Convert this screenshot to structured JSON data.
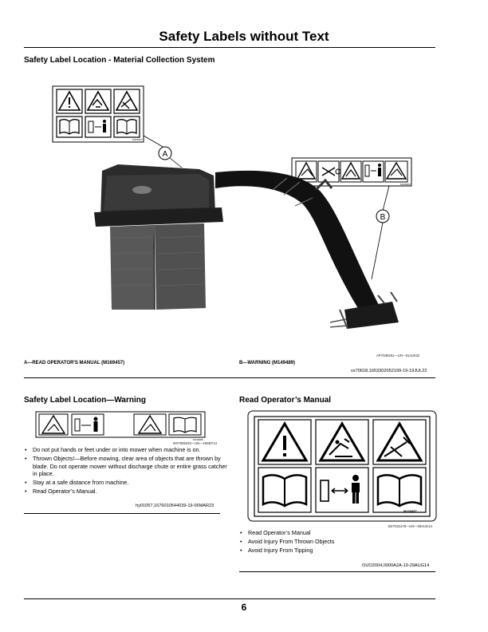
{
  "page": {
    "title": "Safety Labels without Text",
    "page_number": "6"
  },
  "section_top": {
    "heading": "Safety Label Location - Material Collection System",
    "callout_a": "A",
    "callout_b": "B",
    "figure_id": "APY536261—UN—01JUN22",
    "caption_a": "A—READ OPERATOR'S MANUAL (M169457)",
    "caption_b": "B—WARNING (M149489)",
    "ref": "vs70618,1653302052199-19-19JUL22",
    "label_a_id": "M169457",
    "label_b_id": "M149489"
  },
  "section_warning": {
    "heading": "Safety Label Location—Warning",
    "figure_id": "MXT806232—UN—19SEP13",
    "bullets": [
      "Do not put hands or feet under or into mower when machine is on.",
      "Thrown Objects!—Before mowing, clear area of objects that are thrown by blade. Do not operate mower without discharge chute or entire grass catcher in place.",
      "Stay at a safe distance from machine.",
      "Read Operator’s Manual."
    ],
    "ref": "hy01057,1676010544039-19-06MAR23",
    "label_id": "M149489"
  },
  "section_manual": {
    "heading": "Read Operator’s Manual",
    "label_id": "M169457",
    "figure_id": "BXT031478—UN—29AUG14",
    "bullets": [
      "Read Operator’s Manual",
      "Avoid Injury From Thrown Objects",
      "Avoid Injury From Tipping"
    ],
    "ref": "OUO2004,0000A2A-19-29AUG14"
  }
}
